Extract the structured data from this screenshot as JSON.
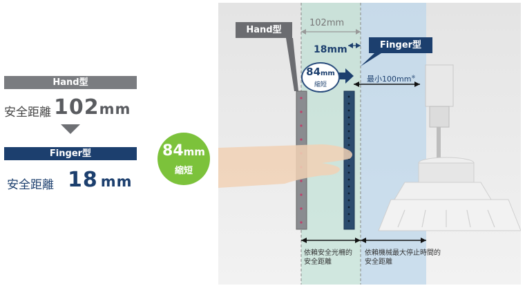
{
  "left": {
    "hand_type_label": "Hand型",
    "hand_distance_label": "安全距離",
    "hand_distance_value": "102",
    "hand_distance_unit": "mm",
    "finger_type_label": "Finger型",
    "finger_distance_label": "安全距離",
    "finger_distance_value": "18",
    "finger_distance_unit": "mm"
  },
  "badge": {
    "value": "84",
    "unit": "mm",
    "label": "縮短"
  },
  "scene": {
    "hand_callout": "Hand型",
    "finger_callout": "Finger型",
    "dim_102": "102mm",
    "dim_18": "18mm",
    "bubble_value": "84",
    "bubble_unit": "mm",
    "bubble_label": "縮短",
    "min_label": "最小100mm",
    "min_note_mark": "※",
    "bottom_left_line1": "依賴安全光柵的",
    "bottom_left_line2": "安全距離",
    "bottom_right_line1": "依賴機械最大停止時間的",
    "bottom_right_line2": "安全距離"
  },
  "colors": {
    "finger_navy": "#1c3f6e",
    "hand_gray": "#7a7c80",
    "badge_green": "#7cc23b"
  }
}
